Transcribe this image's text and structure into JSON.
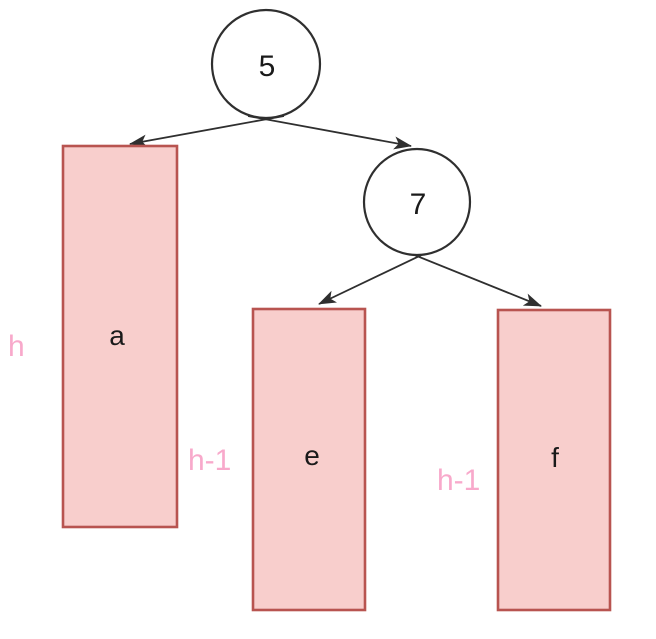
{
  "diagram": {
    "kind": "binary-tree-height-diagram",
    "background_color": "#ffffff",
    "colors": {
      "subtree_fill": "#f8cecc",
      "subtree_border": "#b85450",
      "node_fill": "#ffffff",
      "node_border": "#2f2f2f",
      "edge": "#2f2f2f",
      "shape_text": "#1a1a1a",
      "height_label": "#f8a9cb"
    },
    "nodes": [
      {
        "id": "node-5",
        "label": "5"
      },
      {
        "id": "node-7",
        "label": "7"
      }
    ],
    "subtrees": [
      {
        "id": "subtree-a",
        "label": "a",
        "height_annotation": "h"
      },
      {
        "id": "subtree-e",
        "label": "e",
        "height_annotation": "h-1"
      },
      {
        "id": "subtree-f",
        "label": "f",
        "height_annotation": "h-1"
      }
    ],
    "edges": [
      {
        "from": "5",
        "to": "a"
      },
      {
        "from": "5",
        "to": "7"
      },
      {
        "from": "7",
        "to": "e"
      },
      {
        "from": "7",
        "to": "f"
      }
    ]
  }
}
